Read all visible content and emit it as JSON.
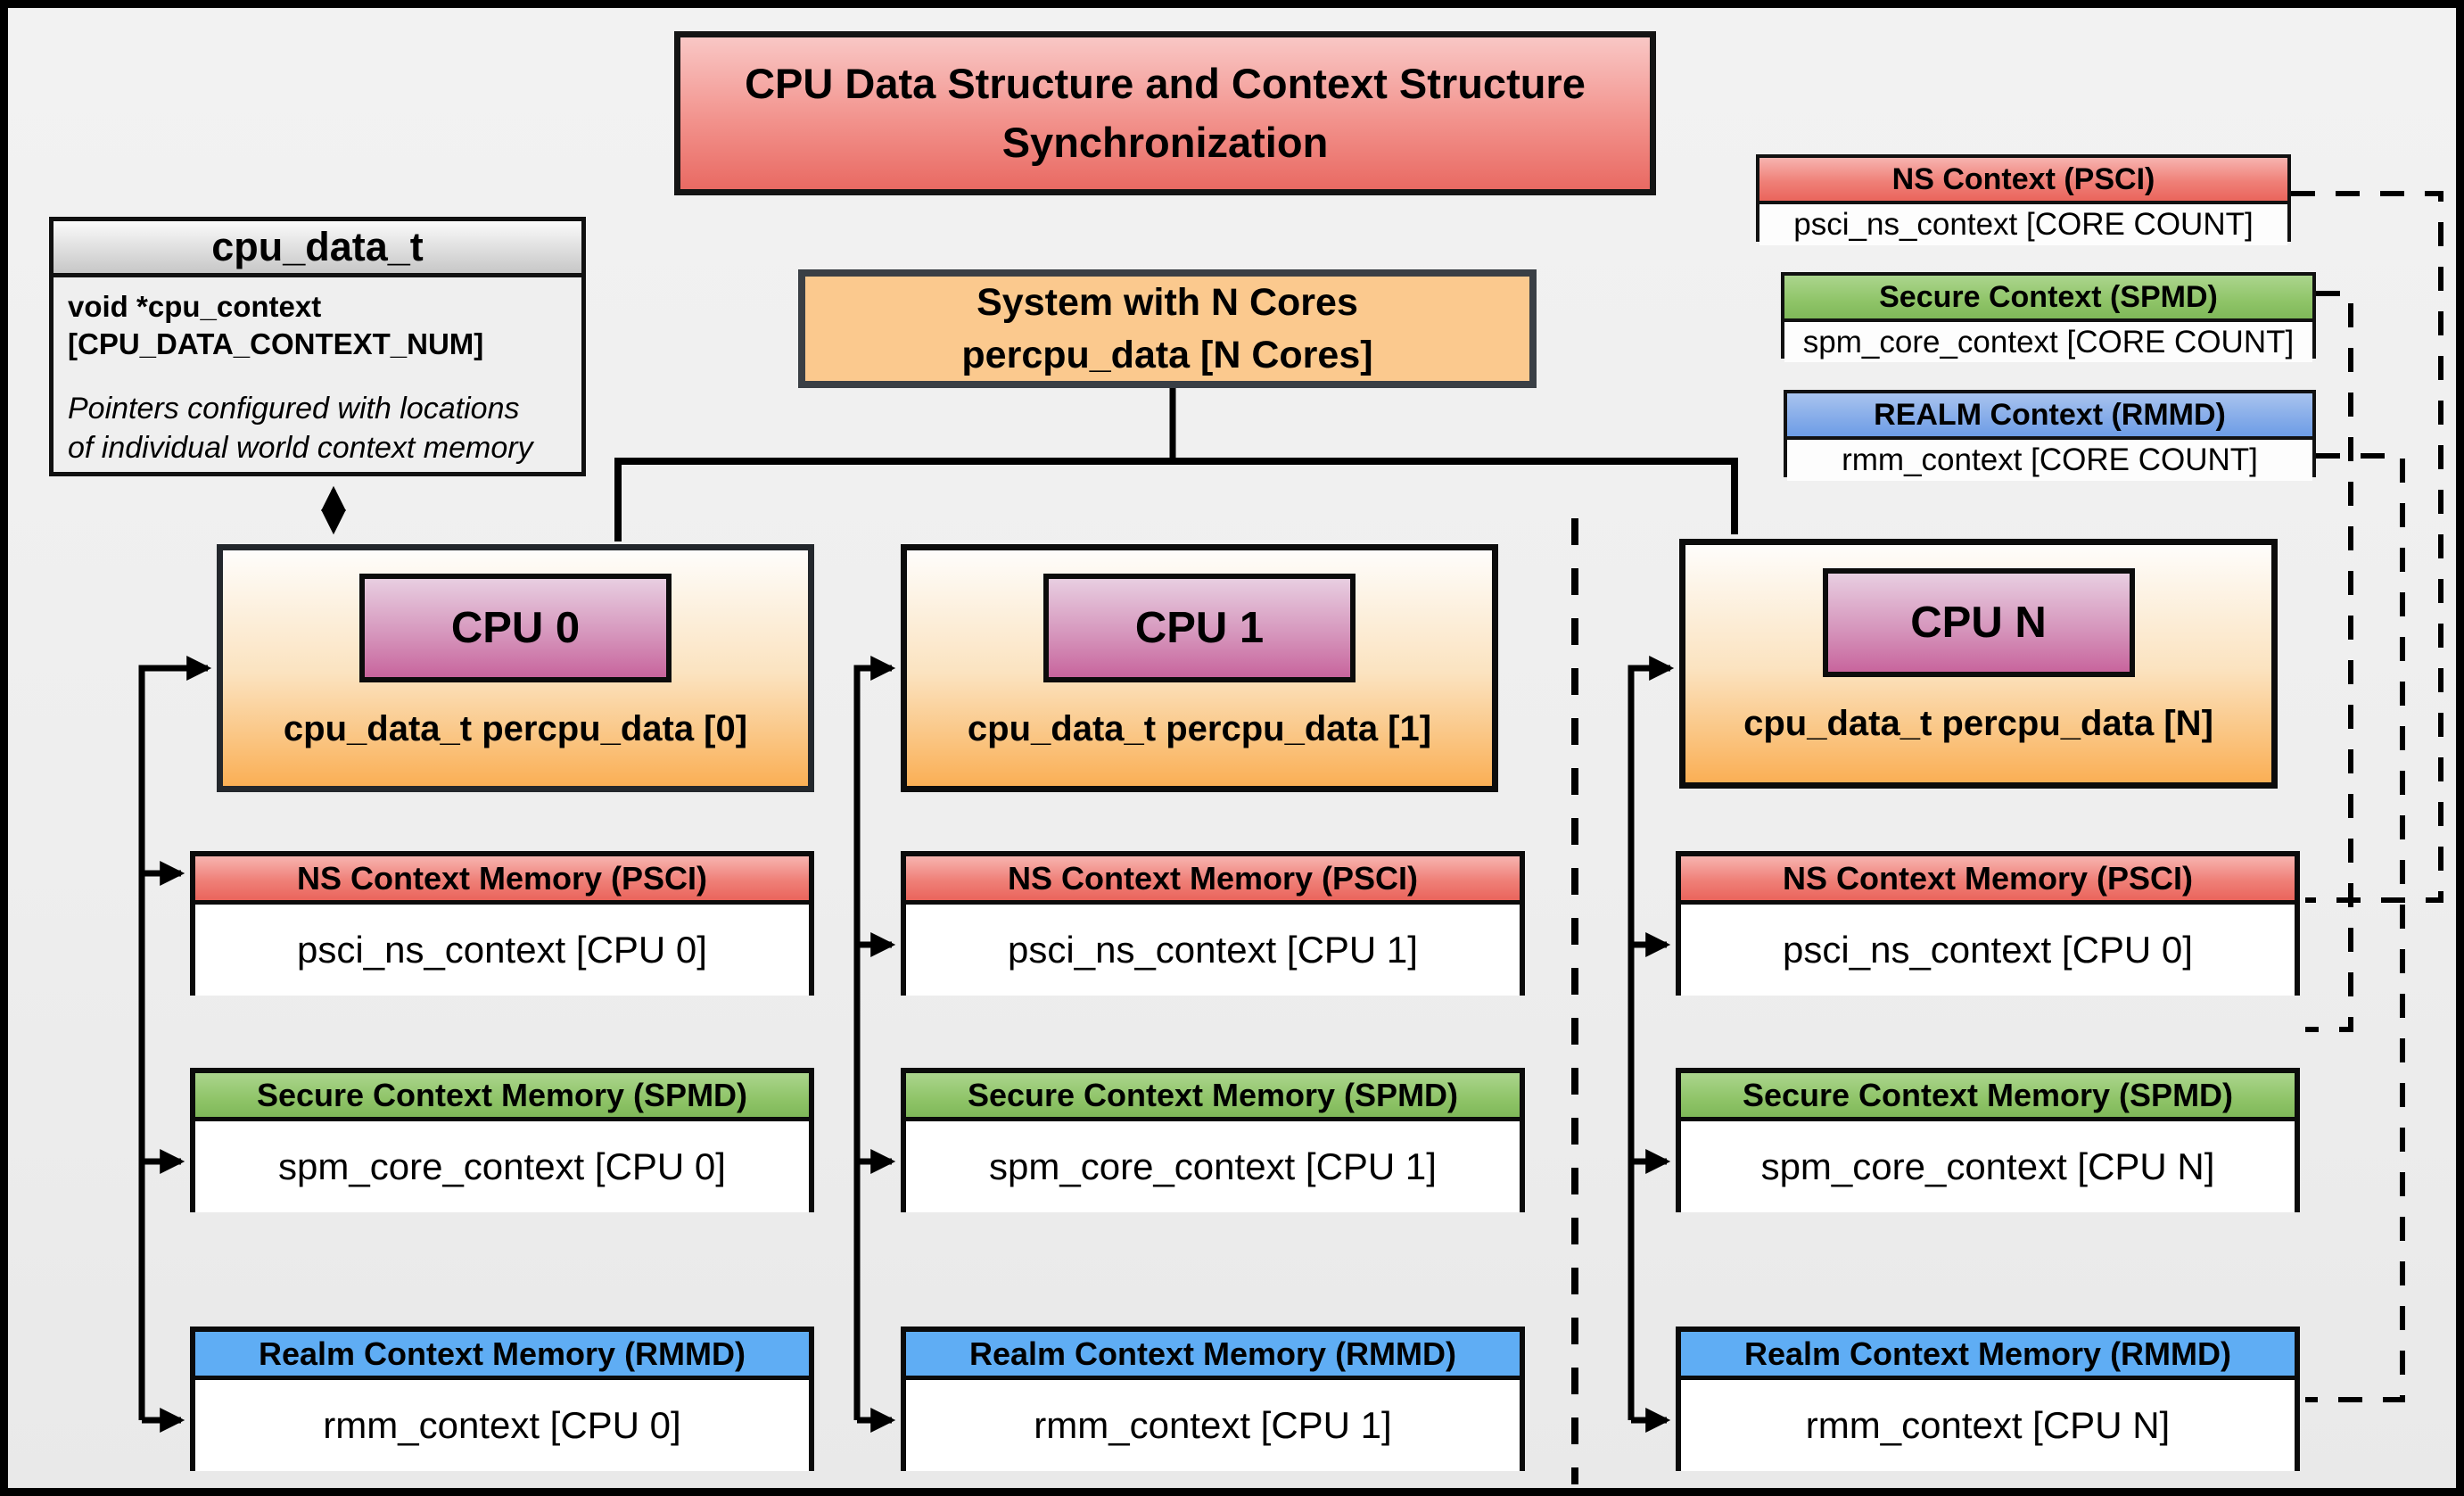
{
  "title": "CPU Data Structure and Context Structure Synchronization",
  "struct_box": {
    "header": "cpu_data_t",
    "field_line1": "void  *cpu_context",
    "field_line2": "[CPU_DATA_CONTEXT_NUM]",
    "note_line1": "Pointers configured with locations",
    "note_line2": "of individual world context memory"
  },
  "system_box": {
    "line1": "System with N Cores",
    "line2": "percpu_data [N Cores]"
  },
  "legend": [
    {
      "header": "NS Context  (PSCI)",
      "body": "psci_ns_context [CORE COUNT]"
    },
    {
      "header": "Secure Context (SPMD)",
      "body": "spm_core_context [CORE COUNT]"
    },
    {
      "header": "REALM Context (RMMD)",
      "body": "rmm_context [CORE COUNT]"
    }
  ],
  "cpus": [
    {
      "label": "CPU 0",
      "data_label": "cpu_data_t percpu_data [0]",
      "contexts": [
        {
          "header": "NS Context Memory (PSCI)",
          "body": "psci_ns_context [CPU 0]"
        },
        {
          "header": "Secure Context Memory (SPMD)",
          "body": "spm_core_context [CPU 0]"
        },
        {
          "header": "Realm Context Memory (RMMD)",
          "body": "rmm_context [CPU 0]"
        }
      ]
    },
    {
      "label": "CPU 1",
      "data_label": "cpu_data_t percpu_data [1]",
      "contexts": [
        {
          "header": "NS Context Memory (PSCI)",
          "body": "psci_ns_context [CPU 1]"
        },
        {
          "header": "Secure Context Memory (SPMD)",
          "body": "spm_core_context [CPU 1]"
        },
        {
          "header": "Realm Context Memory (RMMD)",
          "body": "rmm_context [CPU 1]"
        }
      ]
    },
    {
      "label": "CPU N",
      "data_label": "cpu_data_t percpu_data [N]",
      "contexts": [
        {
          "header": "NS Context Memory (PSCI)",
          "body": "psci_ns_context [CPU 0]"
        },
        {
          "header": "Secure Context Memory (SPMD)",
          "body": "spm_core_context [CPU N]"
        },
        {
          "header": "Realm Context Memory (RMMD)",
          "body": "rmm_context [CPU N]"
        }
      ]
    }
  ],
  "colors": {
    "ns_red": "#ea655c",
    "secure_green": "#8fc468",
    "realm_blue": "#5fadf4",
    "cpu_orange": "#faaf55",
    "system_orange": "#fbc98e",
    "chip_purple": "#c8659d",
    "title_red": "#e96a63"
  }
}
